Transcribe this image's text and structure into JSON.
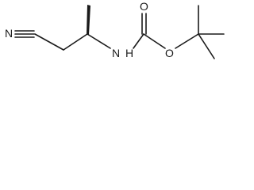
{
  "structure": {
    "atoms": {
      "nitrile_n": "N",
      "carbamate_n": "N",
      "carbamate_h": "H",
      "carbonyl_o": "O",
      "ester_o": "O"
    },
    "colors": {
      "ink": "#1a1a1a",
      "background": "#ffffff"
    }
  }
}
